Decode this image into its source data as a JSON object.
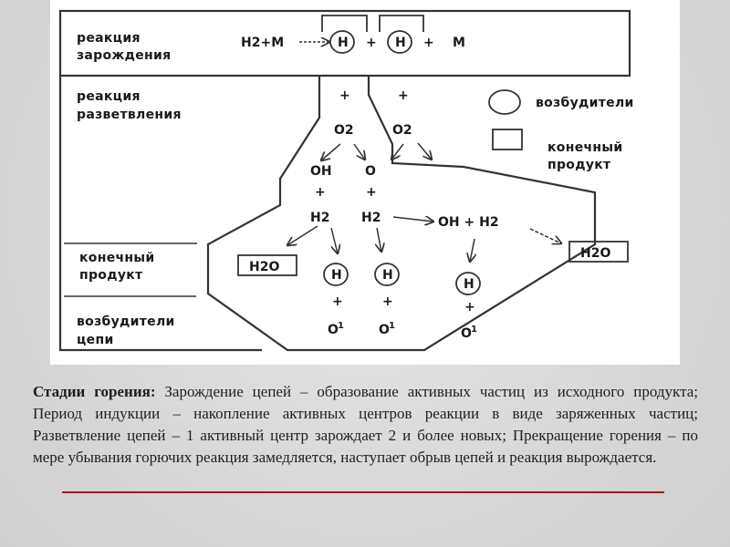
{
  "diagram": {
    "stages": {
      "initiation": [
        "реакция",
        "зарождения"
      ],
      "branching": [
        "реакция",
        "разветвления"
      ],
      "end_product": [
        "конечный",
        "продукт"
      ],
      "chain_carriers": [
        "возбудители",
        "цепи"
      ]
    },
    "legend": {
      "circle_label": "возбудители",
      "square_label": [
        "конечный",
        "продукт"
      ]
    },
    "initiation_equation": {
      "reactants": "H2+M",
      "radical": "H",
      "plus": "+",
      "third_body": "M"
    },
    "species": {
      "plus": "+",
      "o2": "O2",
      "oh": "OH",
      "o": "O",
      "h2": "H2",
      "h": "H",
      "h2o": "H2O",
      "oh_plus_h2": "OH + H2",
      "o_atom": "O",
      "o_superscript": "1"
    }
  },
  "caption": {
    "title": "Стадии горения:",
    "text": " Зарождение цепей – образование активных частиц из исходного продукта; Период индукции – накопление активных центров реакции в виде заряженных частиц; Разветвление цепей – 1 активный центр зарождает 2 и более новых; Прекращение горения – по мере убывания горючих реакция замедляется, наступает обрыв цепей и реакция вырождается."
  },
  "colors": {
    "accent_rule": "#a51616",
    "line": "#333333"
  }
}
